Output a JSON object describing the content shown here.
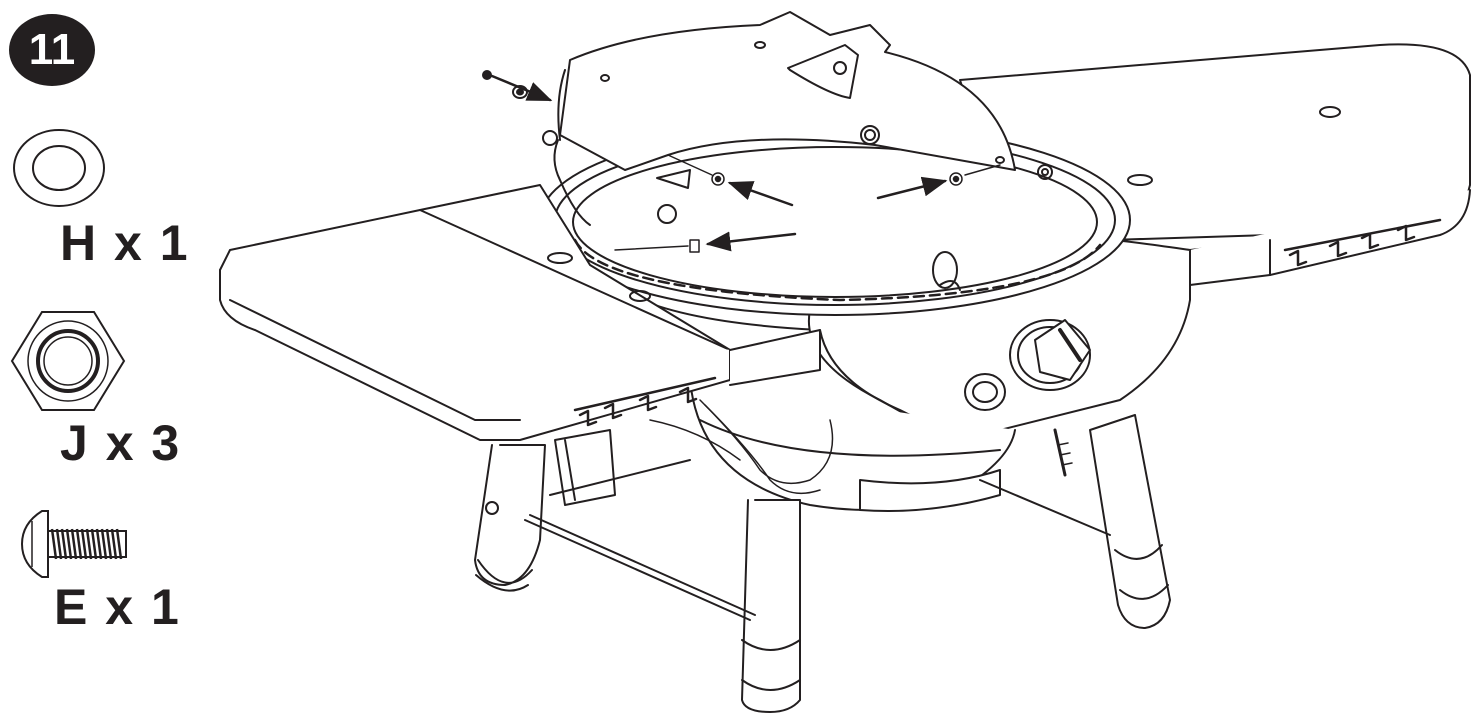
{
  "step": {
    "number": "11"
  },
  "parts": [
    {
      "id": "H",
      "icon": "washer-icon",
      "label": "H x 1"
    },
    {
      "id": "J",
      "icon": "hex-nut-icon",
      "label": "J x 3"
    },
    {
      "id": "E",
      "icon": "screw-icon",
      "label": "E x 1"
    }
  ],
  "colors": {
    "line": "#231f20",
    "background": "#ffffff"
  }
}
